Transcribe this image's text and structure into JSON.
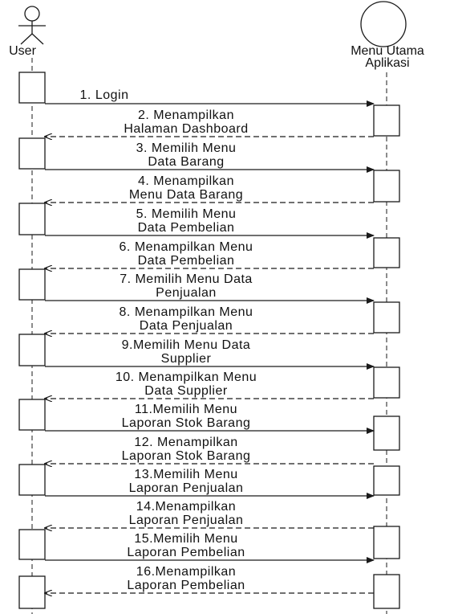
{
  "participants": {
    "user": {
      "label": "User"
    },
    "system": {
      "label_line1": "Menu Utama",
      "label_line2": "Aplikasi"
    }
  },
  "messages": [
    {
      "direction": "to-system",
      "line1": "1.  Login",
      "line2": ""
    },
    {
      "direction": "to-user",
      "line1": "2.  Menampilkan",
      "line2": "Halaman Dashboard"
    },
    {
      "direction": "to-system",
      "line1": "3.  Memilih Menu",
      "line2": "Data Barang"
    },
    {
      "direction": "to-user",
      "line1": "4.  Menampilkan",
      "line2": "Menu  Data Barang"
    },
    {
      "direction": "to-system",
      "line1": "5.  Memilih Menu",
      "line2": "Data Pembelian"
    },
    {
      "direction": "to-user",
      "line1": "6.  Menampilkan Menu",
      "line2": "Data Pembelian"
    },
    {
      "direction": "to-system",
      "line1": "7.  Memilih Menu Data",
      "line2": "Penjualan"
    },
    {
      "direction": "to-user",
      "line1": "8.  Menampilkan  Menu",
      "line2": "Data Penjualan"
    },
    {
      "direction": "to-system",
      "line1": "9.Memilih Menu Data",
      "line2": "Supplier"
    },
    {
      "direction": "to-user",
      "line1": "10.  Menampilkan  Menu",
      "line2": "Data Supplier"
    },
    {
      "direction": "to-system",
      "line1": "11.Memilih Menu",
      "line2": "Laporan Stok Barang"
    },
    {
      "direction": "to-user",
      "line1": "12.  Menampilkan",
      "line2": "Laporan Stok Barang"
    },
    {
      "direction": "to-system",
      "line1": "13.Memilih Menu",
      "line2": "Laporan Penjualan"
    },
    {
      "direction": "to-user",
      "line1": "14.Menampilkan",
      "line2": "Laporan Penjualan"
    },
    {
      "direction": "to-system",
      "line1": "15.Memilih Menu",
      "line2": "Laporan Pembelian"
    },
    {
      "direction": "to-user",
      "line1": "16.Menampilkan",
      "line2": "Laporan Pembelian"
    }
  ],
  "colors": {
    "line": "#1a1a1a",
    "background": "#ffffff"
  }
}
